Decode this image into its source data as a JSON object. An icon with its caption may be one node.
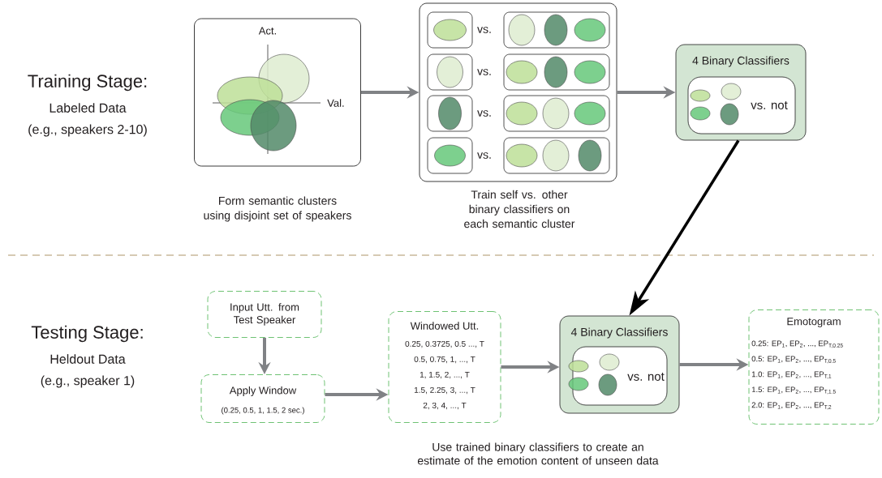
{
  "diagram": {
    "nodes": [
      {
        "text": [
          "Act.",
          "Val."
        ],
        "beside": [
          "Form semantic clusters using disjoint set of speakers"
        ]
      },
      {
        "text": [
          "vs.",
          "vs.",
          "vs.",
          "vs."
        ],
        "beside": [
          "Train self vs. other binary classifiers on each semantic cluster"
        ]
      },
      {
        "text": [
          "4 Binary Classifiers"
        ]
      },
      {
        "text": [
          "vs. not"
        ],
        "in": 2
      },
      {
        "text": [
          "Input Utt. from Test Speaker"
        ]
      },
      {
        "text": [
          "Apply Window",
          "(0.25, 0.5, 1, 1.5, 2 sec.)"
        ]
      },
      {
        "text": [
          "Windowed Utt.",
          "0.25, 0.3725, 0.5 ..., T",
          "0.5, 0.75, 1, ..., T",
          "1, 1.5, 2, ..., T",
          "1.5, 2.25, 3, ..., T",
          "2, 3, 4, ..., T"
        ]
      },
      {
        "text": [
          "4 Binary Classifiers"
        ]
      },
      {
        "text": [
          "vs. not"
        ],
        "in": 7
      },
      {
        "text": [
          "Emotogram",
          "0.25: EP$_{1}$, EP$_{2}$, ..., EP$_{T,0.25}$",
          "0.5: EP$_{1}$, EP$_{2}$, ..., EP$_{T,0.5}$",
          "1.0: EP$_{1}$, EP$_{2}$, ..., EP$_{T,1}$",
          "1.5: EP$_{1}$, EP$_{2}$, ..., EP$_{T,1.5}$",
          "2.0: EP$_{1}$, EP$_{2}$, ..., EP$_{T,2}$"
        ]
      }
    ],
    "edges": [
      {
        "from": 0,
        "to": 1,
        "arrow": "to"
      },
      {
        "from": 1,
        "to": 2,
        "arrow": "to"
      },
      {
        "from": 2,
        "to": 7,
        "arrow": "to",
        "color": "#000000"
      },
      {
        "from": 4,
        "to": 5,
        "arrow": "to"
      },
      {
        "from": 5,
        "to": 6,
        "arrow": "to"
      },
      {
        "from": 6,
        "to": 7,
        "arrow": "to"
      },
      {
        "from": 7,
        "to": 9,
        "arrow": "to"
      }
    ],
    "labels": [
      "Training Stage:",
      "Labeled Data",
      "(e.g., speakers 2-10)",
      "Testing Stage:",
      "Heldout Data",
      "(e.g., speaker 1)",
      "Use trained binary classifiers to create an estimate of the emotion content of unseen data"
    ]
  }
}
